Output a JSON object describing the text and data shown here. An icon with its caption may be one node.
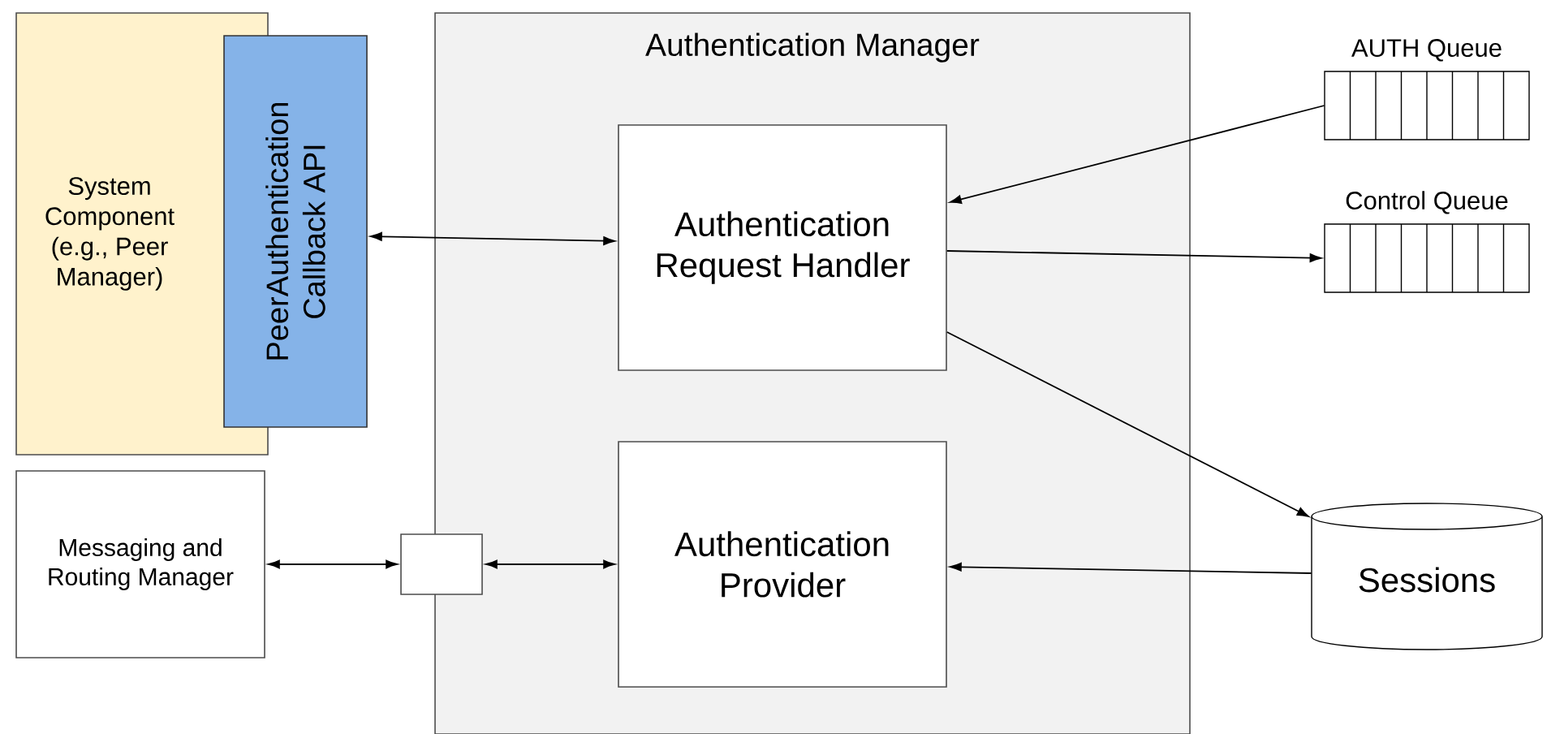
{
  "diagram": {
    "nodes": [
      {
        "text": [
          "System Component (e.g., Peer Manager)"
        ]
      },
      {
        "text": [
          "PeerAuthentication Callback API"
        ]
      },
      {
        "text": [
          "Authentication Manager"
        ]
      },
      {
        "text": [
          "Authentication Request Handler"
        ],
        "in": 2
      },
      {
        "text": [
          "Authentication Provider"
        ],
        "in": 2
      },
      {
        "text": [],
        "shape": "box"
      },
      {
        "text": [
          "Messaging and Routing Manager"
        ]
      },
      {
        "text": [
          "AUTH Queue"
        ]
      },
      {
        "text": [
          "Control Queue"
        ]
      },
      {
        "text": [
          "Sessions"
        ]
      }
    ],
    "edges": [
      {
        "from": 1,
        "to": 3,
        "arrow": "both"
      },
      {
        "from": 7,
        "to": 3,
        "arrow": "to"
      },
      {
        "from": 3,
        "to": 8,
        "arrow": "to"
      },
      {
        "from": 3,
        "to": 9,
        "arrow": "to"
      },
      {
        "from": 9,
        "to": 4,
        "arrow": "to"
      },
      {
        "from": 6,
        "to": 5,
        "arrow": "both"
      },
      {
        "from": 5,
        "to": 4,
        "arrow": "both"
      }
    ]
  }
}
